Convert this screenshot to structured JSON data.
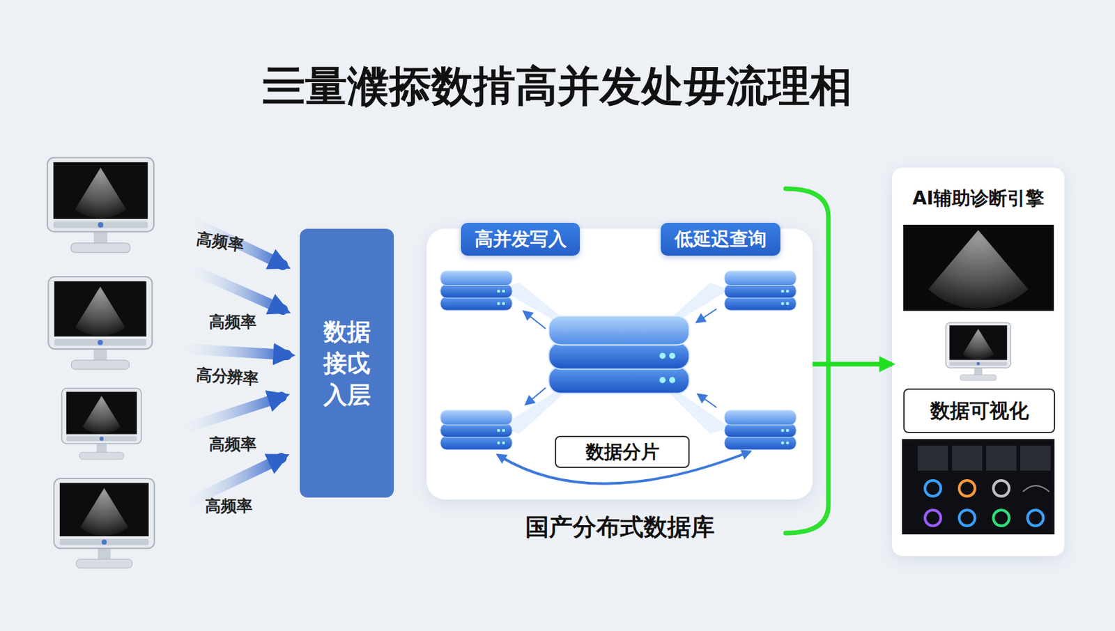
{
  "diagram": {
    "title": "亖量濮掭数掯高并发处毋流理相",
    "nodes": [
      {
        "text": [
          "数据 接戉 入层"
        ]
      },
      {
        "text": [
          "国产分布式数据库"
        ]
      },
      {
        "text": [
          "高并发写入"
        ],
        "in": 1
      },
      {
        "text": [
          "低延迟查询"
        ],
        "in": 1
      },
      {
        "text": [
          "数据分片"
        ],
        "in": 1
      },
      {
        "text": [
          "AI辅助诊断引擎"
        ]
      },
      {
        "text": [
          "数据可视化"
        ],
        "in": 5
      }
    ],
    "edges": [
      {
        "from": 1,
        "to": 5,
        "arrow": "to"
      }
    ],
    "labels": [
      "高频率",
      "高频率",
      "高分辨率",
      "高频率",
      "高频率"
    ]
  }
}
